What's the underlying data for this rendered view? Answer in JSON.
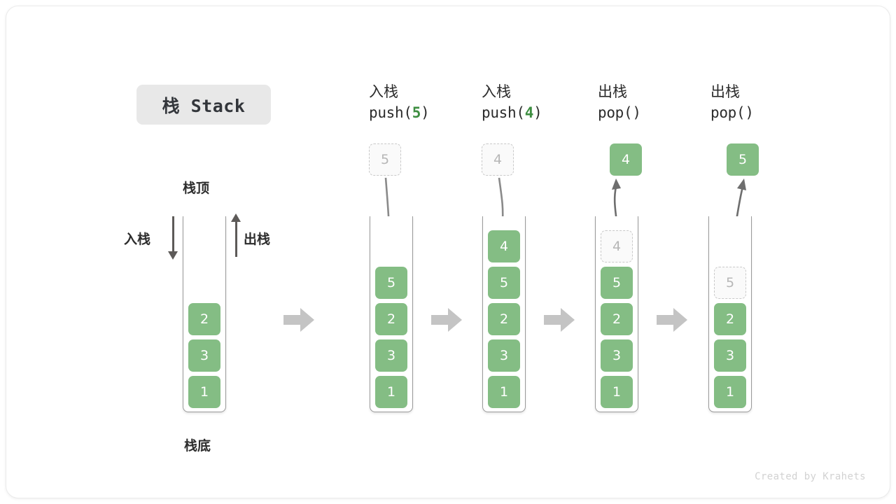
{
  "title": {
    "text": "栈 Stack"
  },
  "labels": {
    "stack_top": "栈顶",
    "stack_bottom": "栈底",
    "push": "入栈",
    "pop": "出栈"
  },
  "footer": {
    "text": "Created by Krahets"
  },
  "colors": {
    "cell_fill": "#84bd84",
    "cell_text": "#ffffff",
    "ghost_border": "#c9c9c9",
    "ghost_text": "#b6b6b6",
    "arrow_gray": "#bfbfbf",
    "line_dark": "#5d5a58",
    "chip_bg": "#e8e8e8"
  },
  "panels": [
    {
      "id": "initial",
      "header_zh": "",
      "header_code": "",
      "stack": [
        "2",
        "3",
        "1"
      ],
      "floating": null,
      "ghost_in_stack": null
    },
    {
      "id": "push-5",
      "header_zh": "入栈",
      "header_code_prefix": "push(",
      "header_code_arg": "5",
      "header_code_suffix": ")",
      "floating_ghost": "5",
      "stack": [
        "5",
        "2",
        "3",
        "1"
      ]
    },
    {
      "id": "push-4",
      "header_zh": "入栈",
      "header_code_prefix": "push(",
      "header_code_arg": "4",
      "header_code_suffix": ")",
      "floating_ghost": "4",
      "stack": [
        "4",
        "5",
        "2",
        "3",
        "1"
      ]
    },
    {
      "id": "pop-1",
      "header_zh": "出栈",
      "header_code_prefix": "pop(",
      "header_code_arg": "",
      "header_code_suffix": ")",
      "floating_solid": "4",
      "ghost_in_stack": "4",
      "stack": [
        "5",
        "2",
        "3",
        "1"
      ]
    },
    {
      "id": "pop-2",
      "header_zh": "出栈",
      "header_code_prefix": "pop(",
      "header_code_arg": "",
      "header_code_suffix": ")",
      "floating_solid": "5",
      "ghost_in_stack": "5",
      "stack": [
        "2",
        "3",
        "1"
      ]
    }
  ],
  "chart_data": {
    "type": "diagram",
    "title": "栈 Stack",
    "description": "Stack push/pop operation sequence",
    "steps": [
      {
        "op": "initial",
        "contents_top_to_bottom": [
          "2",
          "3",
          "1"
        ]
      },
      {
        "op": "push(5)",
        "contents_top_to_bottom": [
          "5",
          "2",
          "3",
          "1"
        ]
      },
      {
        "op": "push(4)",
        "contents_top_to_bottom": [
          "4",
          "5",
          "2",
          "3",
          "1"
        ]
      },
      {
        "op": "pop()",
        "returns": "4",
        "contents_top_to_bottom": [
          "5",
          "2",
          "3",
          "1"
        ]
      },
      {
        "op": "pop()",
        "returns": "5",
        "contents_top_to_bottom": [
          "2",
          "3",
          "1"
        ]
      }
    ]
  }
}
